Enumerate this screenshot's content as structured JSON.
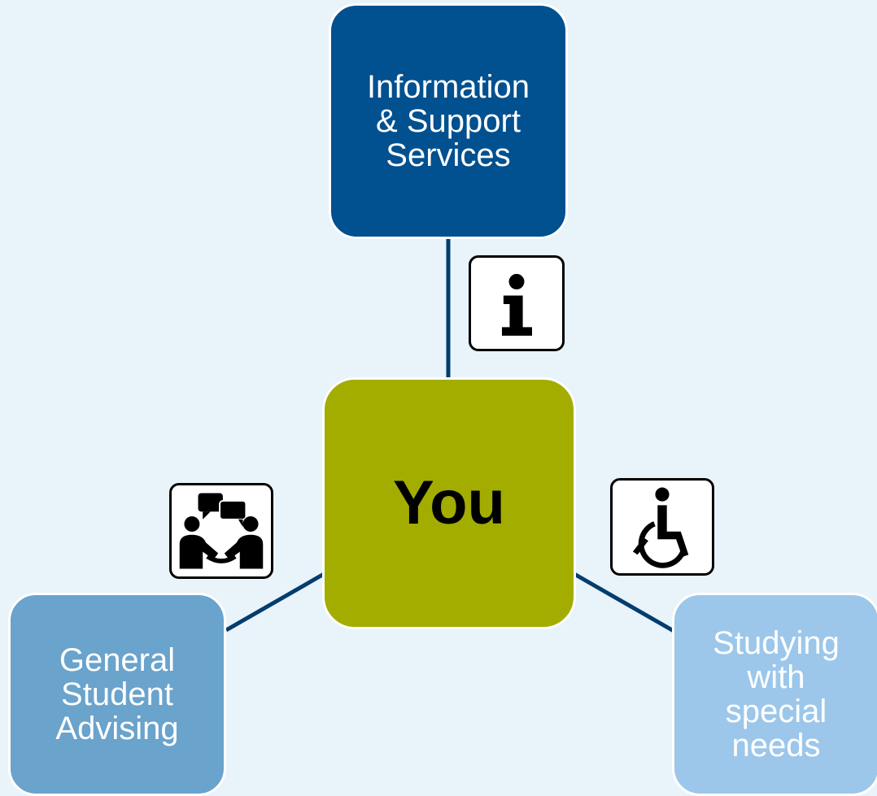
{
  "diagram": {
    "colors": {
      "background": "#e8f3fa",
      "connector": "#023d6e",
      "top_node": "#01508f",
      "center_node": "#a3ad00",
      "left_node": "#6aa3cc",
      "right_node": "#9cc7ea"
    },
    "nodes": {
      "top": {
        "label": "Information\n& Support\nServices"
      },
      "center": {
        "label": "You"
      },
      "left": {
        "label": "General\nStudent\nAdvising"
      },
      "right": {
        "label": "Studying\nwith\nspecial\nneeds"
      }
    },
    "icons": {
      "info": "information-icon",
      "advising": "conversation-icon",
      "special_needs": "wheelchair-icon"
    }
  }
}
